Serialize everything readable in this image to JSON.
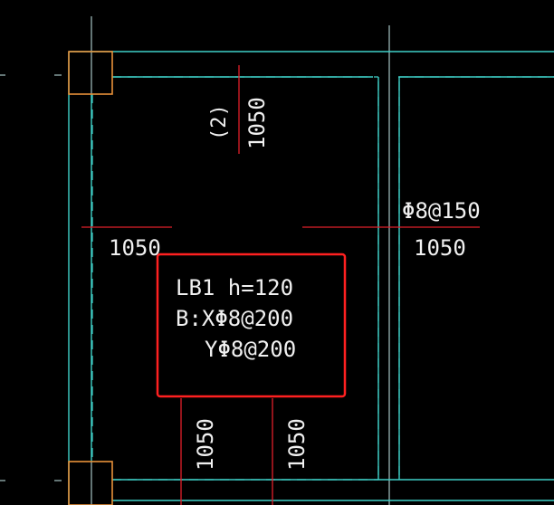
{
  "colors": {
    "background": "#000000",
    "beam_line": "#3fd0c8",
    "column": "#e8923a",
    "rebar_line": "#e0202a",
    "axis_line": "#c8ecec",
    "text": "#f0f0f0",
    "highlight_box": "#ff2020"
  },
  "labels": {
    "span_count": "(2)",
    "top_span": "1050",
    "left_dim": "1050",
    "right_rebar": "Φ8@150",
    "right_dim": "1050",
    "bottom_left_dim": "1050",
    "bottom_right_dim": "1050"
  },
  "slab_note": {
    "line1": "LB1 h=120",
    "line2": "B:XΦ8@200",
    "line3": "YΦ8@200"
  }
}
